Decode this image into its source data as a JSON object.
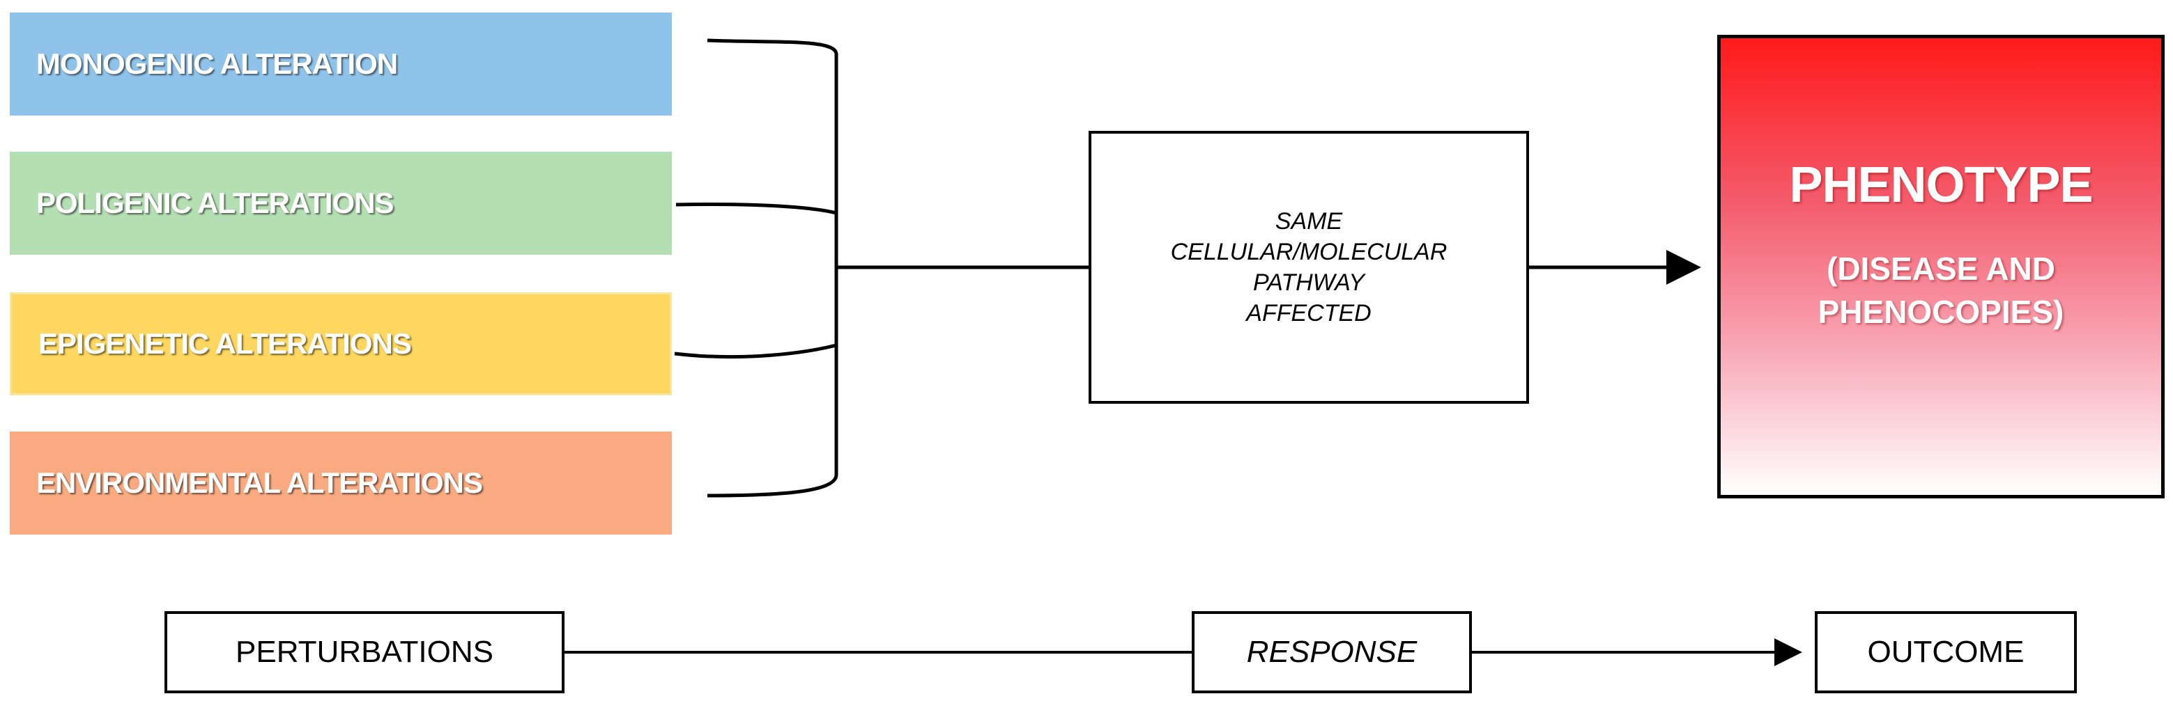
{
  "alterations": [
    {
      "label": "MONOGENIC ALTERATION",
      "color": "#8fc3ea"
    },
    {
      "label": "POLIGENIC ALTERATIONS",
      "color": "#b4dfb2"
    },
    {
      "label": "EPIGENETIC ALTERATIONS",
      "color": "#fdd75f"
    },
    {
      "label": "ENVIRONMENTAL ALTERATIONS",
      "color": "#f9aa80"
    }
  ],
  "pathway": {
    "lines": [
      "SAME",
      "CELLULAR/MOLECULAR",
      "PATHWAY",
      "AFFECTED"
    ]
  },
  "phenotype": {
    "title": "PHENOTYPE",
    "subtitle_lines": [
      "(DISEASE AND",
      "PHENOCOPIES)"
    ],
    "gradient_top": "#ff1a1a",
    "gradient_bottom": "#ffffff"
  },
  "flow": {
    "perturbations": "PERTURBATIONS",
    "response": "RESPONSE",
    "outcome": "OUTCOME"
  }
}
